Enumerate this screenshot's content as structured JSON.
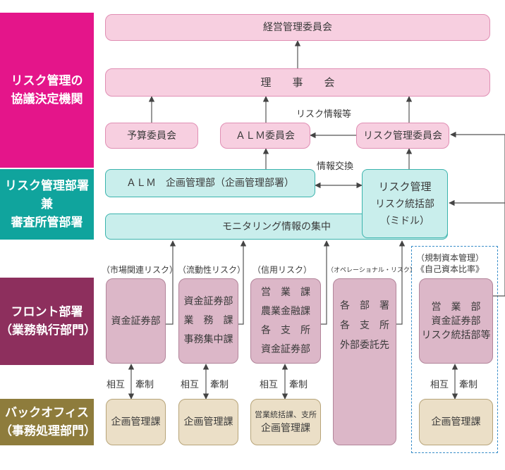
{
  "bands": {
    "risk": "リスク管理の\n協議決定機関",
    "dept": "リスク管理部署\n兼\n審査所管部署",
    "front": "フロント部署\n（業務執行部門）",
    "back": "バックオフィス\n（事務処理部門）"
  },
  "colors": {
    "risk": "#e4158a",
    "dept": "#10a49d",
    "front": "#8d2f5d",
    "back": "#8e7c3c"
  },
  "boxes": {
    "keiei": "経営管理委員会",
    "rijikai": "理　　事　　会",
    "yosan": "予算委員会",
    "alm_iinkai": "ＡＬＭ委員会",
    "risk_iinkai": "リスク管理委員会",
    "alm_kikaku": "ＡＬＭ　企画管理部（企画管理部署）",
    "monitoring": "モニタリング情報の集中",
    "risk_kanri": "リスク管理",
    "risk_tokatsu": "リスク統括部",
    "middle": "（ミドル）",
    "front1": "資金証券部",
    "front2": "資金証券部\n業　務　課\n事務集中課",
    "front3": "営　業　課\n農業金融課\n各　支　所\n資金証券部",
    "front4": "各　部　署\n各　支　所\n外部委託先",
    "front5": "営　業　部\n資金証券部\nリスク統括部等",
    "back1": "企画管理課",
    "back2": "企画管理課",
    "back3a": "営業統括課、支所",
    "back3b": "企画管理課",
    "back5": "企画管理課"
  },
  "labels": {
    "risk_info": "リスク情報等",
    "info_exchange": "情報交換",
    "cat1": "（市場関連リスク）",
    "cat2": "（流動性リスク）",
    "cat3": "（信用リスク）",
    "cat4": "（オペレーショナル・リスク）",
    "cat5a": "（規制資本管理）",
    "cat5b": "《自己資本比率》",
    "sogo": "相互",
    "kensei": "牽制"
  }
}
